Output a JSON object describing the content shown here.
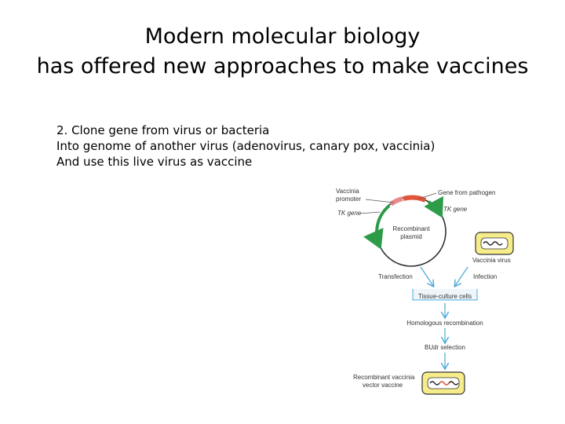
{
  "title": {
    "line1": "Modern molecular biology",
    "line2": "has offered new approaches to make vaccines"
  },
  "body": {
    "line1": "2.  Clone gene from virus or bacteria",
    "line2": "Into genome of another virus (adenovirus, canary pox, vaccinia)",
    "line3": "And use this live virus as vaccine"
  },
  "diagram": {
    "vaccinia_promoter_1": "Vaccinia",
    "vaccinia_promoter_2": "promoter",
    "tk_gene_left": "TK gene",
    "gene_from_pathogen": "Gene from pathogen",
    "tk_gene_right": "TK gene",
    "recombinant_1": "Recombinant",
    "recombinant_2": "plasmid",
    "vaccinia_virus": "Vaccinia virus",
    "transfection": "Transfection",
    "infection": "Infection",
    "tissue_culture": "Tissue-culture cells",
    "homologous": "Homologous recombination",
    "budr": "BUdr selection",
    "result_1": "Recombinant vaccinia",
    "result_2": "vector vaccine"
  }
}
